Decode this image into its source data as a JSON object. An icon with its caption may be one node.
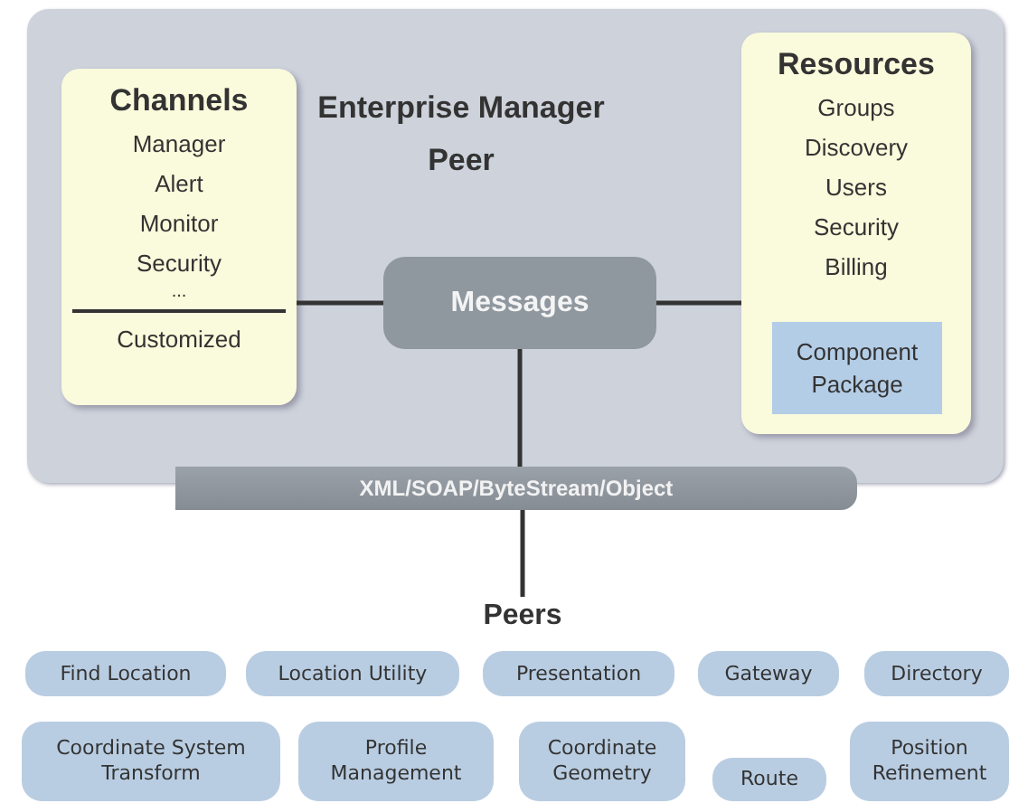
{
  "diagram": {
    "nodes": [
      {
        "text": [
          "Enterprise Manager Peer"
        ]
      },
      {
        "text": [
          "Channels",
          "Manager",
          "Alert",
          "Monitor",
          "Security",
          "...",
          "Customized"
        ],
        "in": 0
      },
      {
        "text": [
          "Messages"
        ],
        "in": 0
      },
      {
        "text": [
          "Resources",
          "Groups",
          "Discovery",
          "Users",
          "Security",
          "Billing"
        ],
        "in": 0
      },
      {
        "text": [
          "Component Package"
        ],
        "in": 3
      },
      {
        "text": [
          "XML/SOAP/ByteStream/Object"
        ]
      },
      {
        "text": [
          "Peers"
        ]
      },
      {
        "text": [
          "Find Location"
        ]
      },
      {
        "text": [
          "Location Utility"
        ]
      },
      {
        "text": [
          "Presentation"
        ]
      },
      {
        "text": [
          "Gateway"
        ]
      },
      {
        "text": [
          "Directory"
        ]
      },
      {
        "text": [
          "Coordinate System Transform"
        ]
      },
      {
        "text": [
          "Profile Management"
        ]
      },
      {
        "text": [
          "Coordinate Geometry"
        ]
      },
      {
        "text": [
          "Route"
        ]
      },
      {
        "text": [
          "Position Refinement"
        ]
      }
    ],
    "edges": [
      {
        "from": 1,
        "to": 2,
        "arrow": "none"
      },
      {
        "from": 2,
        "to": 3,
        "arrow": "none"
      },
      {
        "from": 2,
        "to": 5,
        "arrow": "none"
      },
      {
        "from": 5,
        "to": 6,
        "arrow": "none"
      }
    ]
  }
}
